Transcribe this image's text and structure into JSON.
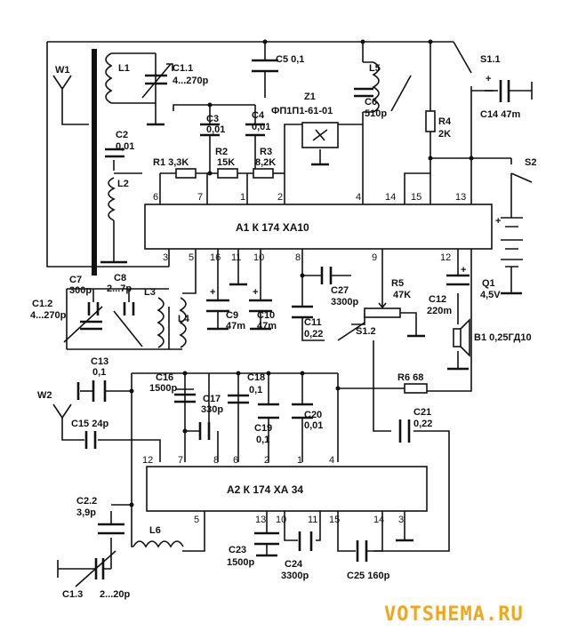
{
  "schematic": {
    "chip_a1": {
      "label": "A1  К 174 ХА10",
      "top_pins": [
        "6",
        "7",
        "1",
        "2",
        "4",
        "14",
        "15",
        "13"
      ],
      "bottom_pins": [
        "3",
        "5",
        "16",
        "11",
        "10",
        "8",
        "9",
        "12"
      ]
    },
    "chip_a2": {
      "label": "A2 К 174 ХА 34",
      "top_pins": [
        "12",
        "7",
        "8",
        "6",
        "2",
        "1",
        "4"
      ],
      "bottom_pins": [
        "5",
        "13",
        "10",
        "11",
        "15",
        "14",
        "3"
      ]
    },
    "components": {
      "w1": "W1",
      "w2": "W2",
      "l1": "L1",
      "l2": "L2",
      "l3": "L3",
      "l4": "L4",
      "l5": "L5",
      "l6": "L6",
      "c11": "C1.1",
      "c11v": "4...270p",
      "c2": "C2",
      "c2v": "0,01",
      "c3": "C3",
      "c3v": "0,01",
      "c4": "C4",
      "c4v": "0,01",
      "c5": "C5 0,1",
      "z1": "Z1",
      "z1v": "ФП1П1-61-01",
      "c6": "C6",
      "c6v": "510p",
      "s11": "S1.1",
      "c14": "C14 47m",
      "r1": "R1 3,3K",
      "r2": "R2",
      "r2v": "15K",
      "r3": "R3",
      "r3v": "8,2K",
      "r4": "R4",
      "r4v": "2K",
      "s2": "S2",
      "c7": "C7",
      "c7v": "300p",
      "c8": "C8",
      "c8v": "2...7p",
      "c12x": "C1.2",
      "c12xv": "4...270p",
      "c9": "C9",
      "c9v": "47m",
      "c10": "C10",
      "c10v": "47m",
      "c27": "C27",
      "c27v": "3300p",
      "c11b": "C11",
      "c11bv": "0,22",
      "r5": "R5",
      "r5v": "47K",
      "c12": "C12",
      "c12v": "220m",
      "q1": "Q1",
      "q1v": "4,5V",
      "s12": "S1.2",
      "b1": "B1 0,25ГД10",
      "c13": "C13",
      "c13v": "0,1",
      "c16": "C16",
      "c16v": "1500p",
      "c17": "C17",
      "c17v": "330p",
      "c18": "C18",
      "c18v": "0,1",
      "c19": "C19",
      "c19v": "0,1",
      "c20": "C20",
      "c20v": "0,01",
      "r6": "R6 68",
      "c21": "C21",
      "c21v": "0,22",
      "c15": "C15 24p",
      "c22": "C2.2",
      "c22v": "3,9p",
      "c13b": "C1.3",
      "c13bv": "2...20p",
      "c23": "C23",
      "c23v": "1500p",
      "c24": "C24",
      "c24v": "3300p",
      "c25": "C25 160p"
    },
    "watermark": "VOTSHEMA.RU"
  }
}
